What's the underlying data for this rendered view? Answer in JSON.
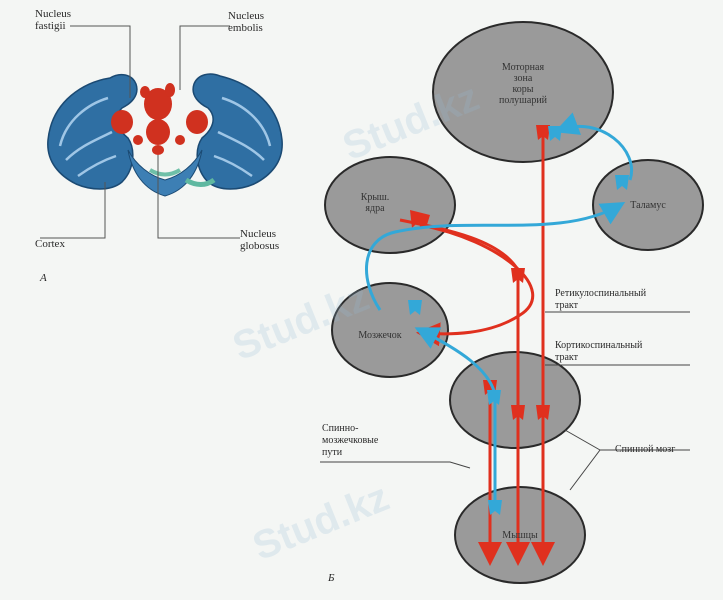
{
  "panel_a": {
    "letter": "A",
    "labels": {
      "nucleus_fastigii": "Nucleus\nfastigii",
      "nucleus_emboliformis": "Nucleus\nembolis",
      "cortex": "Cortex",
      "nucleus_globosus": "Nucleus\nglobosus"
    }
  },
  "panel_b": {
    "letter": "Б",
    "nodes": {
      "motor_cortex": "Моторная\nзона\nкоры\nполушарий",
      "nuclei": "Крыш.\nядра",
      "thalamus": "Таламус",
      "cerebellum": "Мозжечок",
      "spinal_cord": "",
      "muscles": "Мышцы"
    },
    "labels": {
      "reticulospinal": "Ретикулоспинальный\nтракт",
      "corticospinal": "Кортикоспинальный\nтракт",
      "spinocerebellar": "Спинно-\nмозжечковые\nпути",
      "spinal_cord": "Спинной мозг"
    }
  },
  "watermark": "Stud.kz",
  "colors": {
    "cortex_blue": "#2f6fa3",
    "nucleus_red": "#d0311f",
    "node_gray": "#9a9a9a",
    "efferent_red": "#e0301e",
    "afferent_blue": "#33a8d8"
  }
}
